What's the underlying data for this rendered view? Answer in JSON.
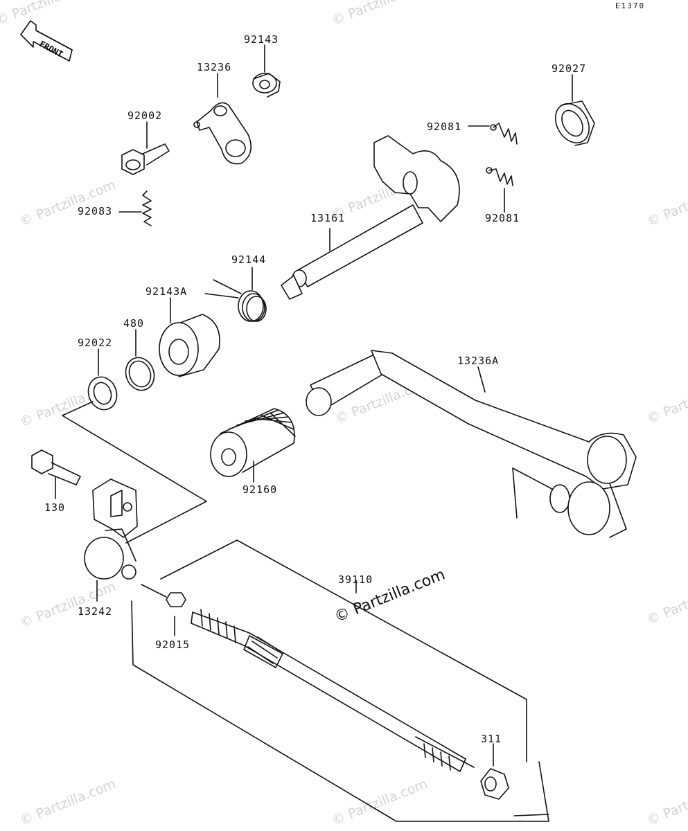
{
  "diagram_code": "E1370",
  "front_label": "FRONT",
  "watermark_main": "© Partzilla.com",
  "watermark_faint": "© Partzilla.com",
  "parts": [
    {
      "id": "p92143",
      "label": "92143"
    },
    {
      "id": "p13236",
      "label": "13236"
    },
    {
      "id": "p92027",
      "label": "92027"
    },
    {
      "id": "p92002",
      "label": "92002"
    },
    {
      "id": "p92081a",
      "label": "92081"
    },
    {
      "id": "p92081b",
      "label": "92081"
    },
    {
      "id": "p92083",
      "label": "92083"
    },
    {
      "id": "p13161",
      "label": "13161"
    },
    {
      "id": "p92144",
      "label": "92144"
    },
    {
      "id": "p92143a",
      "label": "92143A"
    },
    {
      "id": "p480",
      "label": "480"
    },
    {
      "id": "p92022",
      "label": "92022"
    },
    {
      "id": "p13236a",
      "label": "13236A"
    },
    {
      "id": "p92160",
      "label": "92160"
    },
    {
      "id": "p130",
      "label": "130"
    },
    {
      "id": "p39110",
      "label": "39110"
    },
    {
      "id": "p13242",
      "label": "13242"
    },
    {
      "id": "p92015",
      "label": "92015"
    },
    {
      "id": "p311",
      "label": "311"
    }
  ]
}
